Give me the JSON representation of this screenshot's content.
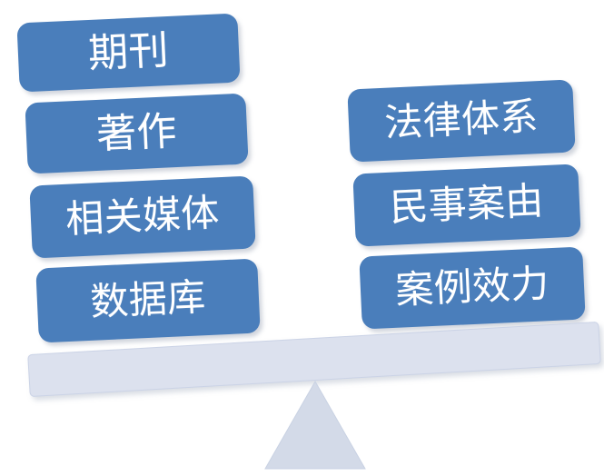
{
  "diagram": {
    "type": "balance-scale",
    "title": "",
    "colors": {
      "chip_fill": "#4A7EBB",
      "chip_text": "#FFFFFF",
      "beam_fill": "#DCE1EE",
      "beam_stroke": "#CBD3E6",
      "fulcrum_fill": "#D3DAE8",
      "background": "#FFFFFF"
    },
    "left_pan": {
      "side": "left",
      "tilt": "down",
      "items": [
        {
          "id": "qikan",
          "label": "期刊"
        },
        {
          "id": "zhuzuo",
          "label": "著作"
        },
        {
          "id": "xiangguanmeiti",
          "label": "相关媒体"
        },
        {
          "id": "shujuku",
          "label": "数据库"
        }
      ]
    },
    "right_pan": {
      "side": "right",
      "tilt": "up",
      "items": [
        {
          "id": "falvtixi",
          "label": "法律体系"
        },
        {
          "id": "minshianyou",
          "label": "民事案由"
        },
        {
          "id": "anlixiaoli",
          "label": "案例效力"
        }
      ]
    },
    "beam": {
      "label": "",
      "rotation_deg": -3.3
    },
    "fulcrum": {
      "label": "",
      "shape": "triangle"
    }
  }
}
